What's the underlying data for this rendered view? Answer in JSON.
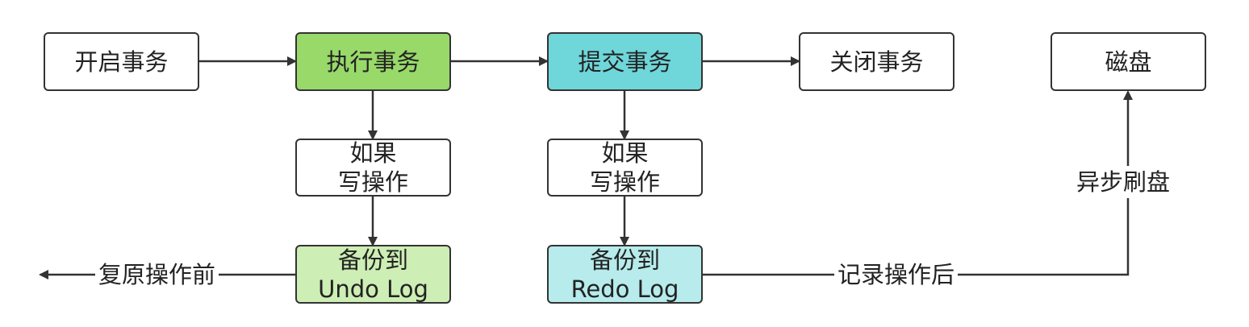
{
  "nodes": {
    "start_tx": {
      "label": "开启事务",
      "fill": "#ffffff"
    },
    "exec_tx": {
      "label": "执行事务",
      "fill": "#98d96a"
    },
    "commit_tx": {
      "label": "提交事务",
      "fill": "#6fd6d9"
    },
    "close_tx": {
      "label": "关闭事务",
      "fill": "#ffffff"
    },
    "disk": {
      "label": "磁盘",
      "fill": "#ffffff"
    },
    "if_write_undo": {
      "line1": "如果",
      "line2": "写操作",
      "fill": "#ffffff"
    },
    "if_write_redo": {
      "line1": "如果",
      "line2": "写操作",
      "fill": "#ffffff"
    },
    "undo_log": {
      "line1": "备份到",
      "line2": "Undo Log",
      "fill": "#cdeeb4"
    },
    "redo_log": {
      "line1": "备份到",
      "line2": "Redo Log",
      "fill": "#b7ebec"
    }
  },
  "edge_labels": {
    "restore": "复原操作前",
    "record": "记录操作后",
    "async_flush": "异步刷盘"
  },
  "colors": {
    "stroke": "#333333",
    "text": "#222222"
  }
}
